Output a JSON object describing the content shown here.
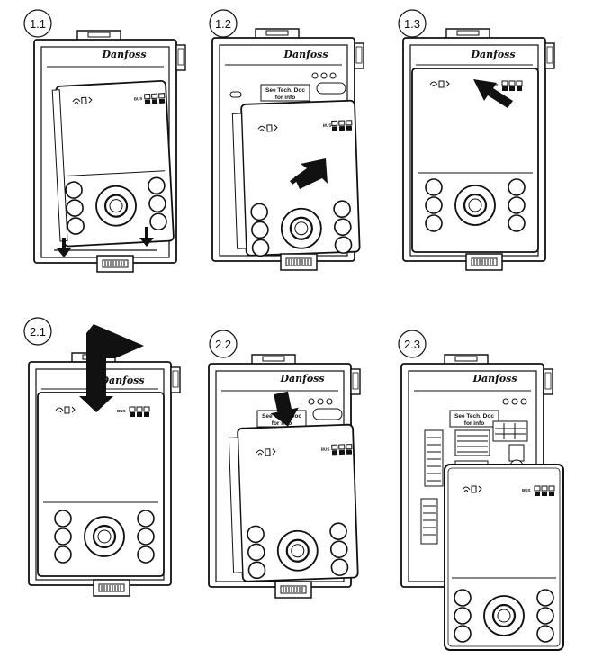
{
  "diagram": {
    "steps": [
      {
        "id": "1.1",
        "label": "1.1"
      },
      {
        "id": "1.2",
        "label": "1.2"
      },
      {
        "id": "1.3",
        "label": "1.3"
      },
      {
        "id": "2.1",
        "label": "2.1"
      },
      {
        "id": "2.2",
        "label": "2.2"
      },
      {
        "id": "2.3",
        "label": "2.3"
      }
    ],
    "device_text": {
      "brand": "Danfoss",
      "bus_label": "BUS",
      "note_line1": "See Tech. Doc",
      "note_line2": "for info"
    }
  }
}
